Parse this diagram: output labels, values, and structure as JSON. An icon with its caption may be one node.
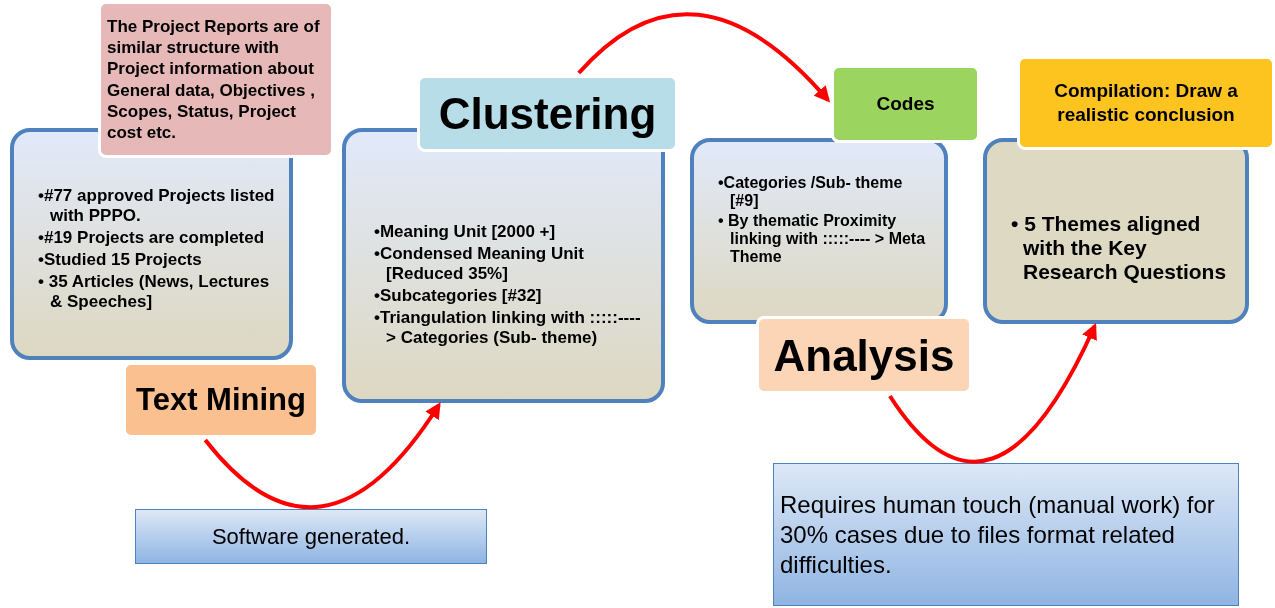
{
  "diagram": {
    "nodes": [
      {
        "text": [
          "The Project Reports are of similar structure with Project information about General data, Objectives , Scopes, Status, Project cost etc."
        ]
      },
      {
        "text": [
          "•#77 approved Projects listed with PPPO.",
          "•#19 Projects are completed",
          "•Studied 15 Projects",
          "• 35 Articles (News, Lectures & Speeches]"
        ]
      },
      {
        "text": [
          "Text Mining"
        ]
      },
      {
        "text": [
          "Software generated."
        ]
      },
      {
        "text": [
          "Clustering"
        ]
      },
      {
        "text": [
          "•Meaning Unit [2000 +]",
          "•Condensed Meaning Unit [Reduced 35%]",
          "•Subcategories [#32]",
          "•Triangulation linking with :::::----> Categories (Sub- theme)"
        ]
      },
      {
        "text": [
          "Codes"
        ]
      },
      {
        "text": [
          "•Categories /Sub- theme [#9]",
          "• By thematic Proximity linking with :::::---- > Meta Theme"
        ]
      },
      {
        "text": [
          "Analysis"
        ]
      },
      {
        "text": [
          "Compilation: Draw a realistic conclusion"
        ]
      },
      {
        "text": [
          "• 5 Themes aligned with the Key Research Questions"
        ]
      },
      {
        "text": [
          "Requires human touch (manual work) for 30% cases due to files format related difficulties."
        ]
      }
    ],
    "edges": [
      {
        "from": 2,
        "to": 5,
        "arrow": "to"
      },
      {
        "from": 4,
        "to": 6,
        "arrow": "to"
      },
      {
        "from": 8,
        "to": 10,
        "arrow": "to"
      }
    ]
  }
}
